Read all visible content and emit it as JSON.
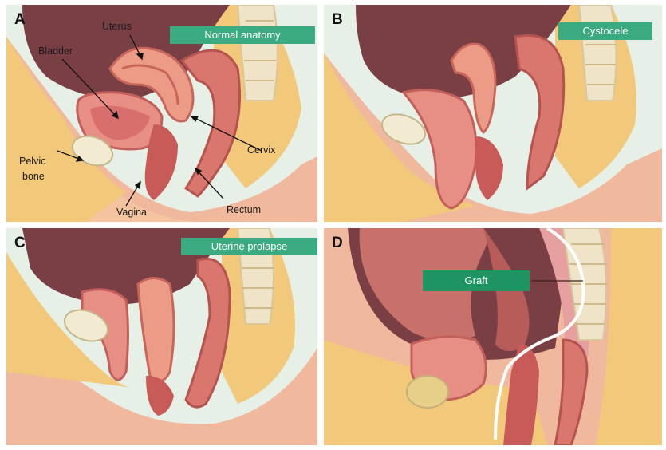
{
  "figure": {
    "panels": [
      {
        "letter": "A",
        "title": "Normal anatomy"
      },
      {
        "letter": "B",
        "title": "Cystocele"
      },
      {
        "letter": "C",
        "title": "Uterine prolapse"
      },
      {
        "letter": "D",
        "title": "Graft"
      }
    ],
    "labels": {
      "uterus": "Uterus",
      "bladder": "Bladder",
      "cervix": "Cervix",
      "pelvic_bone_1": "Pelvic",
      "pelvic_bone_2": "bone",
      "vagina": "Vagina",
      "rectum": "Rectum"
    },
    "colors": {
      "banner_light": "#3aaa80",
      "banner_dark": "#1f9463",
      "background": "#e9f2ea",
      "skin": "#f0b99e",
      "fat": "#f1c878",
      "cavity": "#7a3f45",
      "organ": "#e88f85"
    }
  }
}
